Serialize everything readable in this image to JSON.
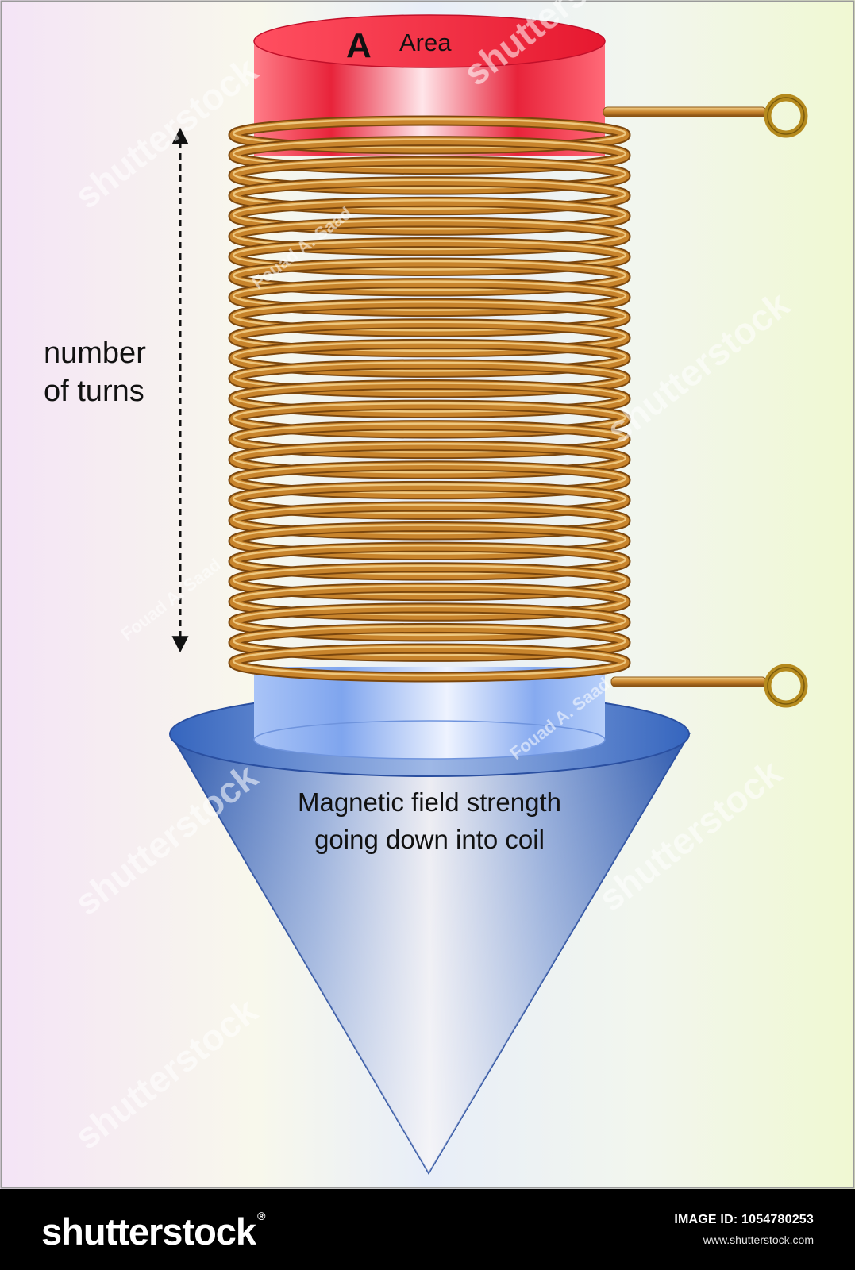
{
  "labels": {
    "area_symbol": "A",
    "area_text": "Area",
    "turns_line1": "number",
    "turns_line2": "of turns",
    "field_line1": "Magnetic field strength",
    "field_line2": "going down into coil"
  },
  "watermarks": {
    "author": "Fouad A. Saad",
    "brand": "shutterstock"
  },
  "footer": {
    "logo": "shutterstock",
    "logo_mark": "®",
    "image_id_label": "IMAGE ID:",
    "image_id": "1054780253",
    "site": "www.shutterstock.com"
  },
  "colors": {
    "copper": "#c8842c",
    "core_red": "#e8233a",
    "core_blue": "#8fb3f5",
    "cone_blue": "#2f5fb5",
    "terminal_gold": "#b58a1e"
  },
  "coil": {
    "turns": 27
  }
}
